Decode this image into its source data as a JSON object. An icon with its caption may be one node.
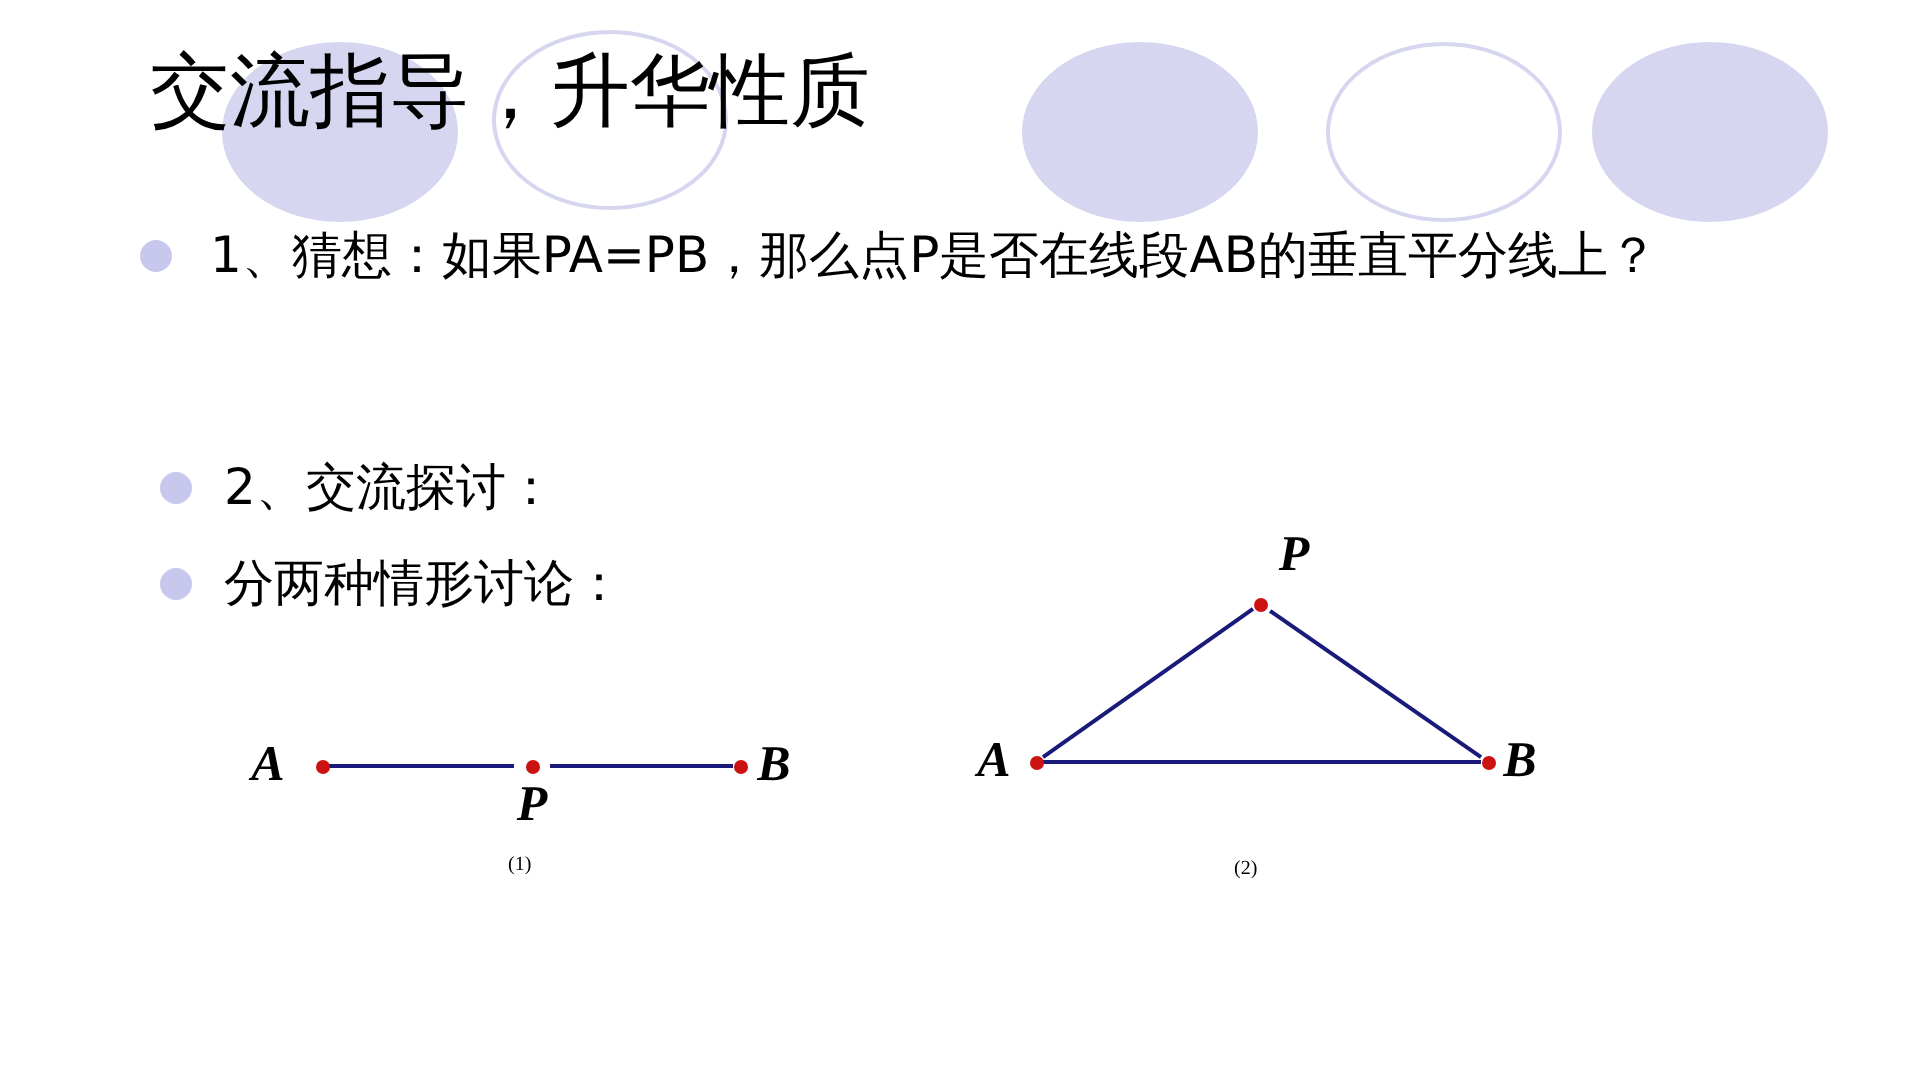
{
  "diagram": {
    "title": "交流指导，升华性质",
    "nodes": [
      {
        "text": [
          "A"
        ]
      },
      {
        "text": [
          "P"
        ]
      },
      {
        "text": [
          "B"
        ]
      },
      {
        "text": [
          "P"
        ]
      },
      {
        "text": [
          "A"
        ]
      },
      {
        "text": [
          "B"
        ]
      }
    ],
    "edges": [
      {
        "from": 0,
        "to": 1,
        "arrow": "none"
      },
      {
        "from": 1,
        "to": 2,
        "arrow": "none"
      },
      {
        "from": 3,
        "to": 4,
        "arrow": "none"
      },
      {
        "from": 3,
        "to": 5,
        "arrow": "none"
      },
      {
        "from": 4,
        "to": 5,
        "arrow": "none"
      }
    ],
    "labels": [
      "1、猜想：如果PA=PB，那么点P是否在线段AB的垂直平分线上？",
      "2、交流探讨：",
      "分两种情形讨论：",
      "(1)",
      "(2)"
    ]
  }
}
